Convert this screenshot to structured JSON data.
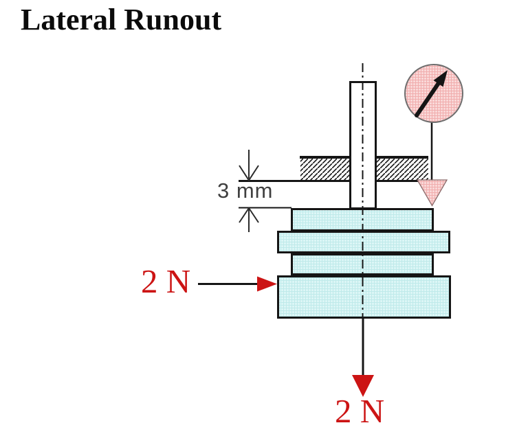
{
  "title": "Lateral Runout",
  "labels": {
    "dimension": "3 mm",
    "side_force": "2 N",
    "bottom_force": "2 N"
  },
  "icons": {
    "dial_indicator": "circular-gauge-with-needle-arrow",
    "indicator_tip": "downward-triangle-probe",
    "force_arrowhead": "red-filled-arrowhead",
    "dimension_arrows": "open-v-draftsman-arrows"
  },
  "colors": {
    "background": "#ffffff",
    "title_text": "#0b0b0b",
    "outline": "#151515",
    "force_red": "#cc1414",
    "dimension_text": "#3f3f3f",
    "disc_fill": "#dcf6f6",
    "disc_grid_line": "#bfeaea",
    "gauge_fill": "#f9d8d8",
    "gauge_grid_line": "#f1adad",
    "gauge_outline": "#6e6e6e"
  }
}
